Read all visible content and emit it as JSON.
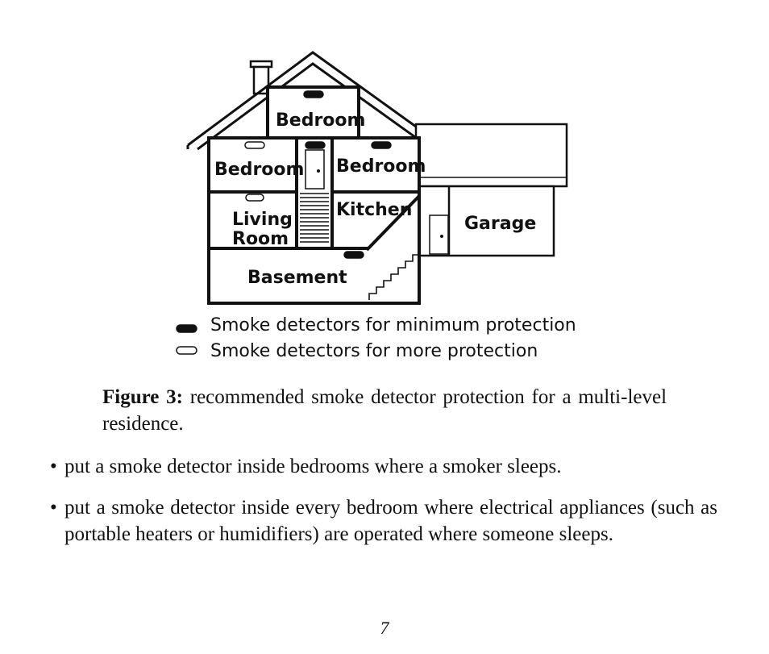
{
  "diagram": {
    "rooms": {
      "attic_bedroom": "Bedroom",
      "bedroom_left": "Bedroom",
      "bedroom_right": "Bedroom",
      "kitchen": "Kitchen",
      "living_room_line1": "Living",
      "living_room_line2": "Room",
      "basement": "Basement",
      "garage": "Garage"
    },
    "legend": [
      {
        "icon": "filled-detector-icon",
        "label": "Smoke detectors for minimum protection"
      },
      {
        "icon": "outline-detector-icon",
        "label": "Smoke detectors for more protection"
      }
    ]
  },
  "caption": {
    "label": "Figure 3:",
    "text": "recommended smoke detector protection for a multi-level residence."
  },
  "bullets": [
    {
      "marker": "•",
      "text": "put a smoke detector inside bedrooms where a smoker sleeps."
    },
    {
      "marker": "•",
      "text": "put a smoke detector inside every bedroom where electrical appliances (such as portable heaters or humidifiers) are operated where someone sleeps."
    }
  ],
  "page_number": "7"
}
